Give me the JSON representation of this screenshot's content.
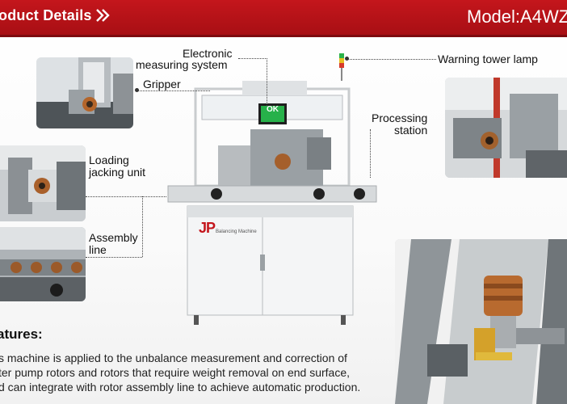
{
  "header": {
    "title": "oduct Details",
    "model": "Model:A4WZ"
  },
  "machine": {
    "screen_text": "OK",
    "logo_text": "JP",
    "logo_subtext": "Balancing Machine"
  },
  "callouts": {
    "electronic": [
      "Electronic",
      "measuring system"
    ],
    "gripper": "Gripper",
    "warning": "Warning tower lamp",
    "processing": [
      "Processing",
      "station"
    ],
    "loading": [
      "Loading",
      "jacking unit"
    ],
    "assembly": [
      "Assembly",
      "line"
    ]
  },
  "features": {
    "title": "atures:",
    "lines": [
      "s machine is applied to the unbalance measurement and correction of",
      "ter pump rotors and rotors that require weight removal on end surface,",
      "d can integrate with rotor assembly line to achieve automatic production."
    ]
  },
  "colors": {
    "header_red": "#c4161c",
    "screen_green": "#27b14a"
  }
}
